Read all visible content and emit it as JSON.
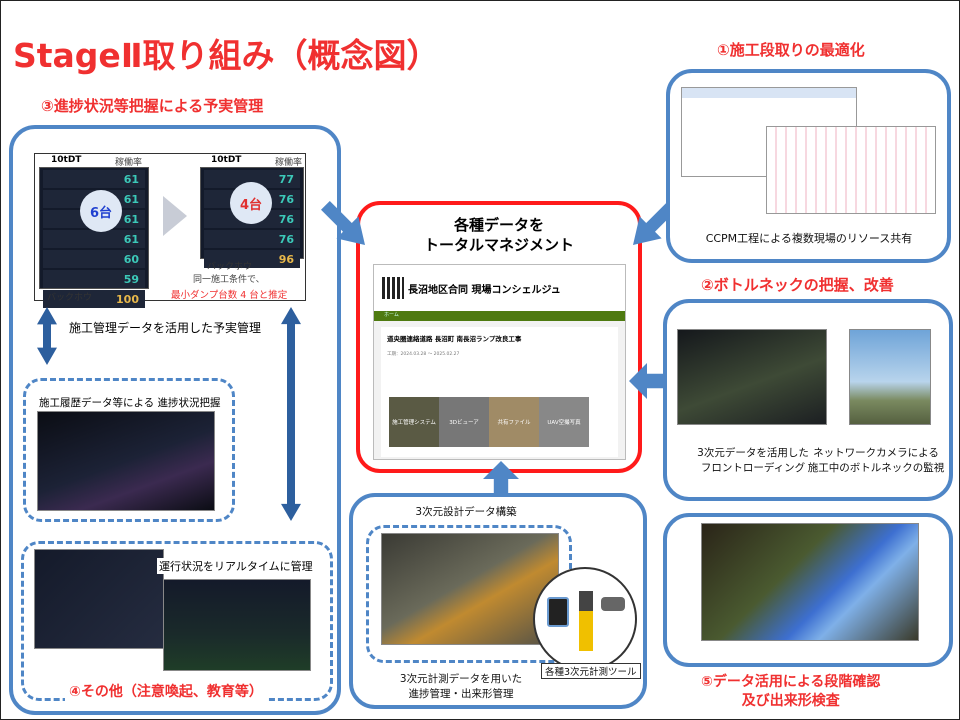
{
  "title": "StageⅡ取り組み（概念図）",
  "sections": {
    "s1": "①施工段取りの最適化",
    "s2": "②ボトルネックの把握、改善",
    "s3": "③進捗状況等把握による予実管理",
    "s4": "④その他（注意喚起、教育等）",
    "s5_line1": "⑤データ活用による段階確認",
    "s5_line2": "及び出来形検査"
  },
  "center": {
    "heading_line1": "各種データを",
    "heading_line2": "トータルマネジメント",
    "portal_title": "長沼地区合同 現場コンシェルジュ",
    "nav": "ホーム",
    "project": "道央圏連絡道路 長沼町 南長沼ランプ改良工事",
    "period": "工期：2024.03.28 〜 2025.02.27",
    "tiles": [
      "施工管理システム",
      "3Dビューア",
      "共有ファイル",
      "UAV空撮写真"
    ]
  },
  "left": {
    "before": {
      "label": "10tDT",
      "rate_label": "稼働率",
      "count": "6台",
      "rates": [
        "61",
        "61",
        "61",
        "61",
        "60",
        "59"
      ],
      "excavator_rate": "100",
      "excavator_label": "バックホウ"
    },
    "after": {
      "label": "10tDT",
      "rate_label": "稼働率",
      "count": "4台",
      "rates": [
        "77",
        "76",
        "76",
        "76"
      ],
      "excavator_rate": "96",
      "excavator_label": "バックホウ"
    },
    "note1": "同一施工条件で、",
    "note2": "最小ダンプ台数 4 台と推定",
    "plan_caption": "施工管理データを活用した予実管理",
    "progress_caption": "施工履歴データ等による 進捗状況把握",
    "realtime_caption": "運行状況をリアルタイムに管理"
  },
  "right": {
    "ccpm_caption": "CCPM工程による複数現場のリソース共有",
    "frontloading_line1": "3次元データを活用した",
    "frontloading_line2": "フロントローディング",
    "camera_line1": "ネットワークカメラによる",
    "camera_line2": "施工中のボトルネックの監視"
  },
  "bottom": {
    "design_caption": "3次元設計データ構築",
    "tools_caption": "各種3次元計測ツール",
    "measure_line1": "3次元計測データを用いた",
    "measure_line2": "進捗管理・出来形管理"
  },
  "colors": {
    "accent_red": "#f03030",
    "frame_blue": "#4f86c6"
  }
}
